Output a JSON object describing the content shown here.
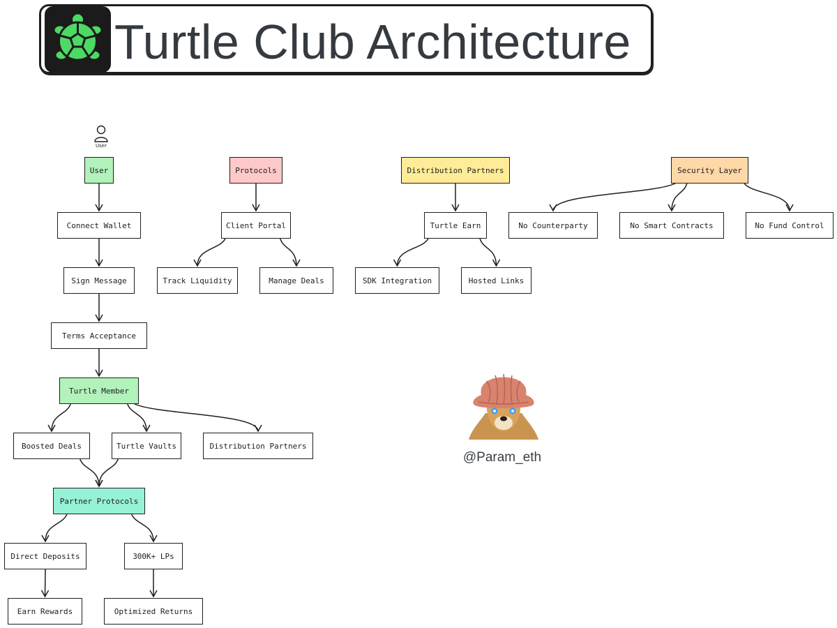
{
  "title": "Turtle Club Architecture",
  "logo_icon": "turtle-shell-icon",
  "colors": {
    "user_green": "#b2f2bb",
    "protocols_pink": "#ffc9c9",
    "distribution_yellow": "#ffec99",
    "security_orange": "#ffd8a8",
    "partner_teal": "#96f2d7",
    "logo_bg": "#1b1b1b",
    "logo_green": "#4cd964"
  },
  "actor": {
    "icon": "user-icon",
    "label": "User"
  },
  "nodes": {
    "user": "User",
    "connect_wallet": "Connect Wallet",
    "sign_message": "Sign Message",
    "terms_acceptance": "Terms Acceptance",
    "turtle_member": "Turtle Member",
    "boosted_deals": "Boosted Deals",
    "turtle_vaults": "Turtle Vaults",
    "member_distribution_partners": "Distribution Partners",
    "partner_protocols": "Partner Protocols",
    "direct_deposits": "Direct Deposits",
    "lps": "300K+ LPs",
    "earn_rewards": "Earn Rewards",
    "optimized_returns": "Optimized Returns",
    "protocols": "Protocols",
    "client_portal": "Client Portal",
    "track_liquidity": "Track Liquidity",
    "manage_deals": "Manage Deals",
    "distribution_partners": "Distribution Partners",
    "turtle_earn": "Turtle Earn",
    "sdk_integration": "SDK Integration",
    "hosted_links": "Hosted Links",
    "security_layer": "Security Layer",
    "no_counterparty": "No Counterparty",
    "no_smart_contracts": "No Smart Contracts",
    "no_fund_control": "No Fund Control"
  },
  "edges": [
    [
      "user",
      "connect_wallet"
    ],
    [
      "connect_wallet",
      "sign_message"
    ],
    [
      "sign_message",
      "terms_acceptance"
    ],
    [
      "terms_acceptance",
      "turtle_member"
    ],
    [
      "turtle_member",
      "boosted_deals"
    ],
    [
      "turtle_member",
      "turtle_vaults"
    ],
    [
      "turtle_member",
      "member_distribution_partners"
    ],
    [
      "boosted_deals",
      "partner_protocols"
    ],
    [
      "turtle_vaults",
      "partner_protocols"
    ],
    [
      "partner_protocols",
      "direct_deposits"
    ],
    [
      "partner_protocols",
      "lps"
    ],
    [
      "direct_deposits",
      "earn_rewards"
    ],
    [
      "lps",
      "optimized_returns"
    ],
    [
      "protocols",
      "client_portal"
    ],
    [
      "client_portal",
      "track_liquidity"
    ],
    [
      "client_portal",
      "manage_deals"
    ],
    [
      "distribution_partners",
      "turtle_earn"
    ],
    [
      "turtle_earn",
      "sdk_integration"
    ],
    [
      "turtle_earn",
      "hosted_links"
    ],
    [
      "security_layer",
      "no_counterparty"
    ],
    [
      "security_layer",
      "no_smart_contracts"
    ],
    [
      "security_layer",
      "no_fund_control"
    ]
  ],
  "avatar": {
    "icon": "dog-with-pink-beanie-avatar",
    "handle": "@Param_eth"
  }
}
